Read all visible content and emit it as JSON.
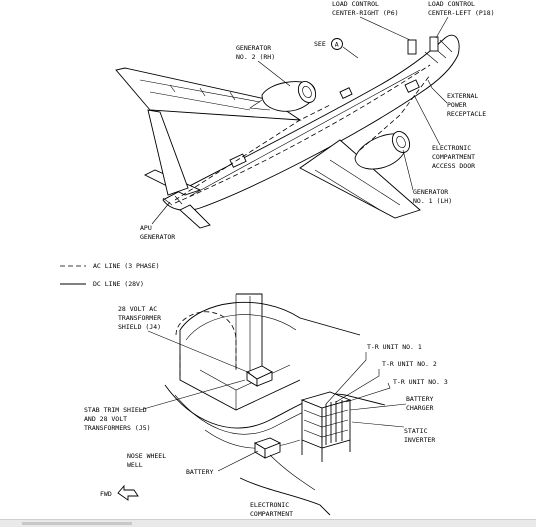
{
  "labels": {
    "load_control_right": [
      "LOAD CONTROL",
      "CENTER-RIGHT (P6)"
    ],
    "load_control_left": [
      "LOAD CONTROL",
      "CENTER-LEFT (P18)"
    ],
    "see_a": "SEE",
    "see_a_circle": "A",
    "generator2": [
      "GENERATOR",
      "NO. 2 (RH)"
    ],
    "external_power": [
      "EXTERNAL",
      "POWER",
      "RECEPTACLE"
    ],
    "electronic_access_door": [
      "ELECTRONIC",
      "COMPARTMENT",
      "ACCESS DOOR"
    ],
    "generator1": [
      "GENERATOR",
      "NO. 1 (LH)"
    ],
    "apu_generator": [
      "APU",
      "GENERATOR"
    ],
    "transformer_shield": [
      "28 VOLT AC",
      "TRANSFORMER",
      "SHIELD (J4)"
    ],
    "tr_unit1": "T-R UNIT NO. 1",
    "tr_unit2": "T-R UNIT NO. 2",
    "tr_unit3": "T-R UNIT NO. 3",
    "battery_charger": [
      "BATTERY",
      "CHARGER"
    ],
    "stab_trim": [
      "STAB TRIM SHIELD",
      "AND 28 VOLT",
      "TRANSFORMERS (J5)"
    ],
    "static_inverter": [
      "STATIC",
      "INVERTER"
    ],
    "nose_wheel_well": [
      "NOSE WHEEL",
      "WELL"
    ],
    "battery": "BATTERY",
    "electronic_compartment": [
      "ELECTRONIC",
      "COMPARTMENT"
    ],
    "fwd": "FWD"
  },
  "legend": {
    "ac_line": "AC LINE (3 PHASE)",
    "dc_line": "DC LINE (28V)"
  }
}
